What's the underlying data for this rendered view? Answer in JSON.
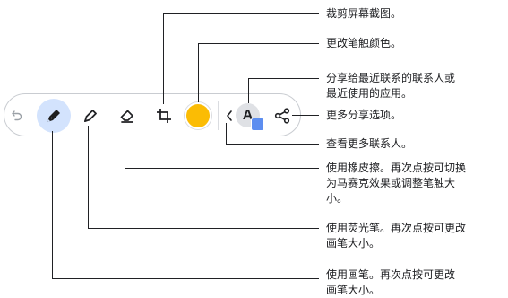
{
  "toolbar": {
    "items": [
      {
        "icon": "undo-icon"
      },
      {
        "icon": "pen-icon",
        "selected": true
      },
      {
        "icon": "highlighter-icon"
      },
      {
        "icon": "eraser-icon"
      },
      {
        "icon": "crop-icon"
      },
      {
        "icon": "color-swatch",
        "color": "#fbbc04"
      },
      {
        "icon": "chevron-left-icon"
      },
      {
        "icon": "contact-avatar"
      },
      {
        "icon": "share-icon"
      }
    ],
    "avatar_letter": "A",
    "accent_color": "#d3e3fd"
  },
  "callouts": {
    "crop": "裁剪屏幕截图。",
    "color": "更改笔触颜色。",
    "share_recent": "分享给最近联系的联系人或\n最近使用的应用。",
    "share_more": "更多分享选项。",
    "more_contacts": "查看更多联系人。",
    "eraser": "使用橡皮擦。再次点按可切换\n为马赛克效果或调整笔触大\n小。",
    "highlighter": "使用荧光笔。再次点按可更改\n画笔大小。",
    "pen": "使用画笔。再次点按可更改\n画笔大小。"
  }
}
